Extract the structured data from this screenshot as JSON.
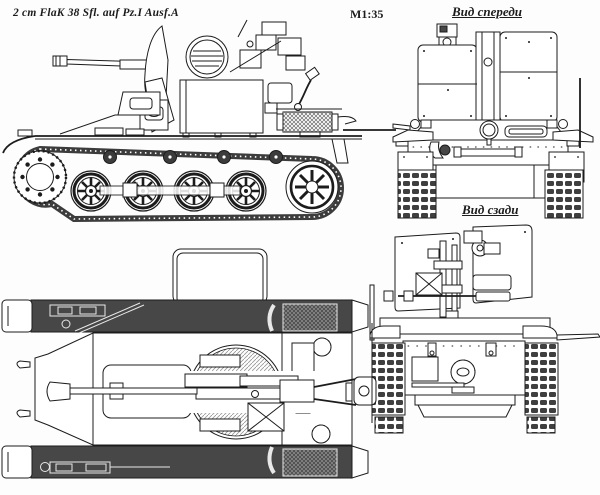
{
  "page": {
    "kind": "technical-drawing-sheet",
    "subject": "Flakpanzer I self-propelled anti-aircraft gun, 4-view blueprint",
    "title": "2 cm FlaK 38 Sfl. auf Pz.I Ausf.A",
    "scale_label": "M1:35",
    "background_color": "#fdfdfd",
    "ink_color": "#1c1c1c",
    "dark_fill_color": "#474747"
  },
  "views": {
    "side": {
      "name": "side view",
      "label": ""
    },
    "front": {
      "name": "front view",
      "label": "Вид спереди"
    },
    "top": {
      "name": "top (plan) view",
      "label": ""
    },
    "rear": {
      "name": "rear view",
      "label": "Вид сзади"
    }
  }
}
